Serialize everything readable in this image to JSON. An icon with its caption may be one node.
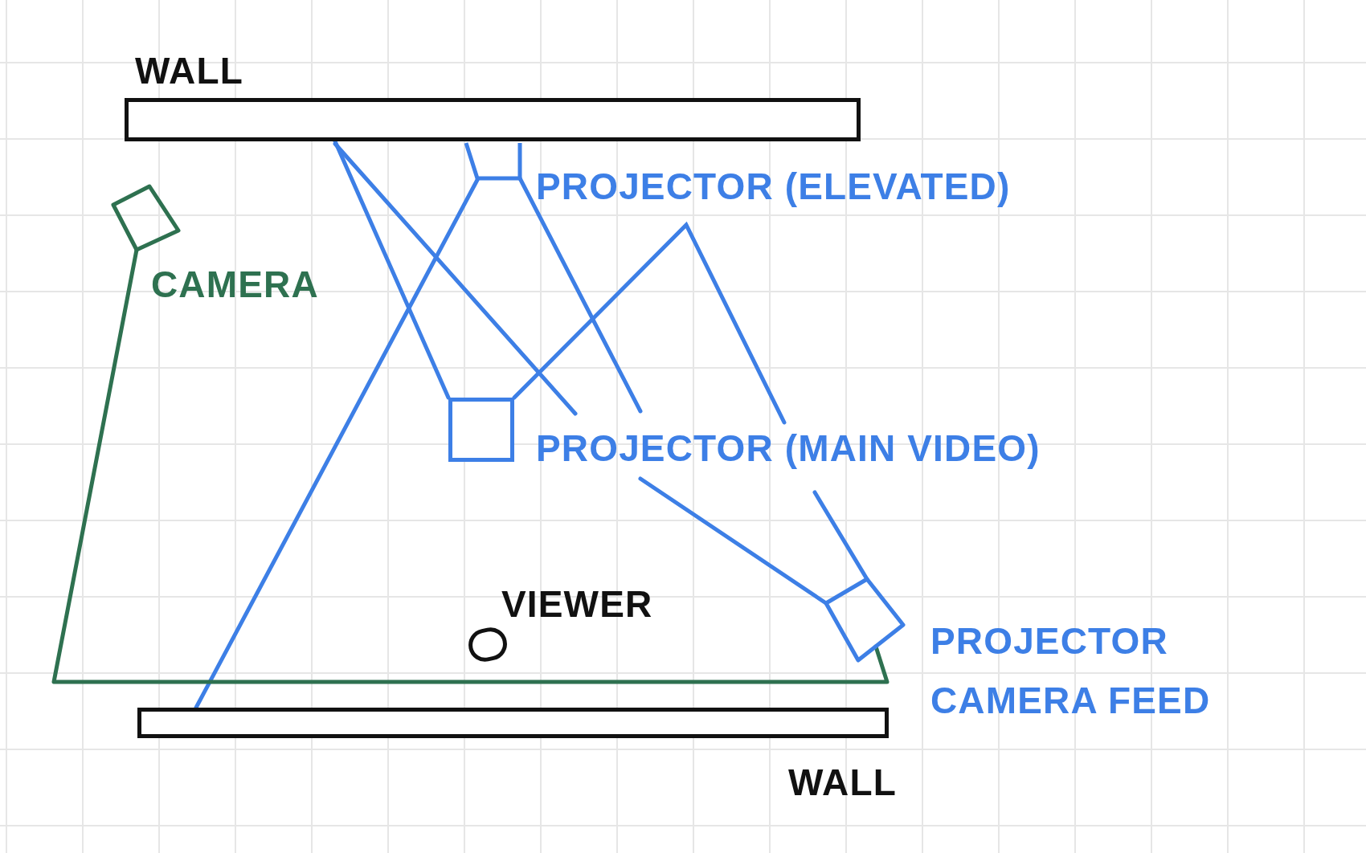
{
  "diagram": {
    "nodes": [
      {
        "text": [
          "WALL"
        ]
      },
      {
        "text": [
          "CAMERA"
        ]
      },
      {
        "text": [
          "PROJECTOR (ELEVATED)"
        ]
      },
      {
        "text": [
          "PROJECTOR (MAIN VIDEO)"
        ]
      },
      {
        "text": [
          "VIEWER"
        ]
      },
      {
        "text": [
          "PROJECTOR CAMERA FEED"
        ]
      },
      {
        "text": [
          "WALL"
        ]
      }
    ],
    "edges": [
      {
        "from": 2,
        "to": 6,
        "arrow": "none"
      },
      {
        "from": 3,
        "to": 0,
        "arrow": "none"
      },
      {
        "from": 1,
        "to": 5,
        "arrow": "none",
        "color": "#2e7150"
      }
    ]
  }
}
